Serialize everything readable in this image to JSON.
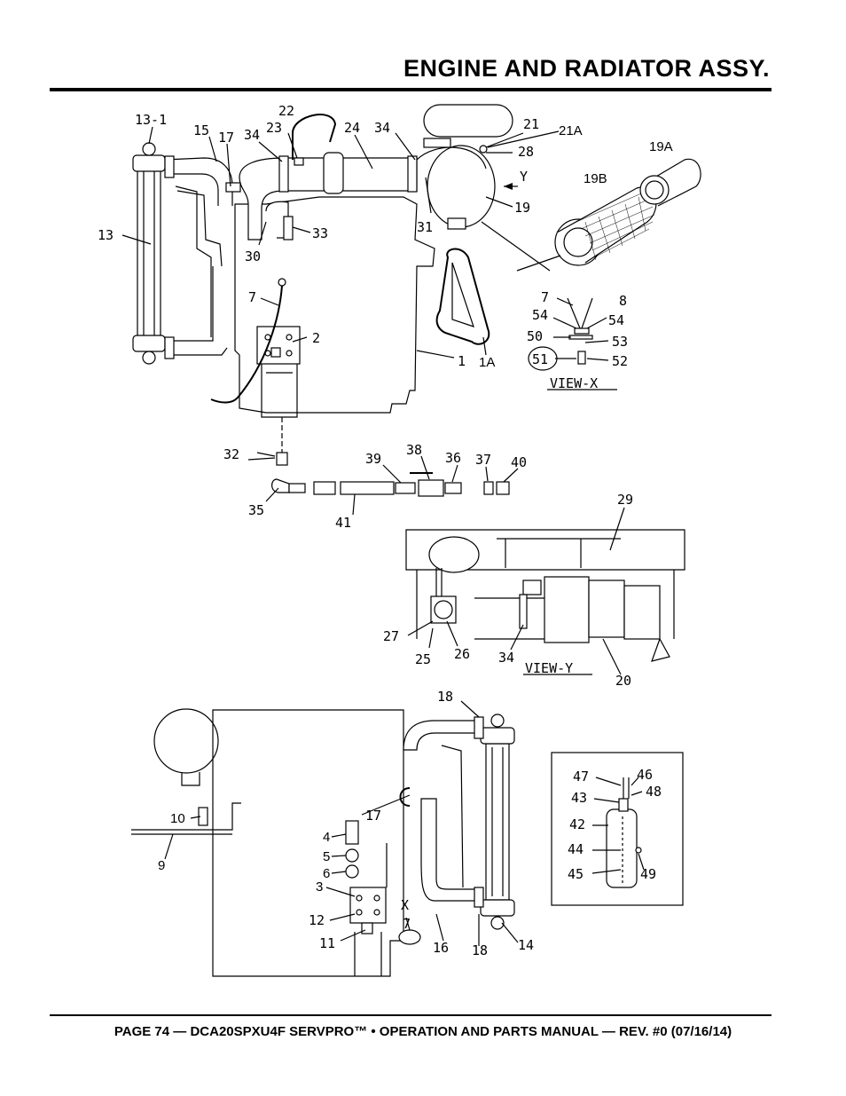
{
  "header": {
    "title": "ENGINE AND RADIATOR ASSY."
  },
  "footer": {
    "text": "PAGE 74 — DCA20SPXU4F SERVPRO™ • OPERATION AND PARTS MANUAL — REV. #0 (07/16/14)"
  },
  "callouts": [
    {
      "id": "c-13-1",
      "text": "13-1"
    },
    {
      "id": "c-15",
      "text": "15"
    },
    {
      "id": "c-17a",
      "text": "17"
    },
    {
      "id": "c-34a",
      "text": "34"
    },
    {
      "id": "c-22",
      "text": "22"
    },
    {
      "id": "c-23",
      "text": "23"
    },
    {
      "id": "c-24",
      "text": "24"
    },
    {
      "id": "c-34b",
      "text": "34"
    },
    {
      "id": "c-21",
      "text": "21"
    },
    {
      "id": "c-21A",
      "text": "21A"
    },
    {
      "id": "c-28",
      "text": "28"
    },
    {
      "id": "c-19A",
      "text": "19A"
    },
    {
      "id": "c-Y",
      "text": "Y"
    },
    {
      "id": "c-19B",
      "text": "19B"
    },
    {
      "id": "c-19",
      "text": "19"
    },
    {
      "id": "c-13",
      "text": "13"
    },
    {
      "id": "c-31",
      "text": "31"
    },
    {
      "id": "c-33",
      "text": "33"
    },
    {
      "id": "c-30",
      "text": "30"
    },
    {
      "id": "c-7a",
      "text": "7"
    },
    {
      "id": "c-2",
      "text": "2"
    },
    {
      "id": "c-1",
      "text": "1"
    },
    {
      "id": "c-1A",
      "text": "1A"
    },
    {
      "id": "c-7b",
      "text": "7"
    },
    {
      "id": "c-8",
      "text": "8"
    },
    {
      "id": "c-54a",
      "text": "54"
    },
    {
      "id": "c-54b",
      "text": "54"
    },
    {
      "id": "c-50",
      "text": "50"
    },
    {
      "id": "c-53",
      "text": "53"
    },
    {
      "id": "c-51",
      "text": "51"
    },
    {
      "id": "c-52",
      "text": "52"
    },
    {
      "id": "c-viewx",
      "text": "VIEW-X"
    },
    {
      "id": "c-32",
      "text": "32"
    },
    {
      "id": "c-39",
      "text": "39"
    },
    {
      "id": "c-38",
      "text": "38"
    },
    {
      "id": "c-36",
      "text": "36"
    },
    {
      "id": "c-37",
      "text": "37"
    },
    {
      "id": "c-40",
      "text": "40"
    },
    {
      "id": "c-35",
      "text": "35"
    },
    {
      "id": "c-41",
      "text": "41"
    },
    {
      "id": "c-29",
      "text": "29"
    },
    {
      "id": "c-27",
      "text": "27"
    },
    {
      "id": "c-25",
      "text": "25"
    },
    {
      "id": "c-26",
      "text": "26"
    },
    {
      "id": "c-34c",
      "text": "34"
    },
    {
      "id": "c-viewy",
      "text": "VIEW-Y"
    },
    {
      "id": "c-20",
      "text": "20"
    },
    {
      "id": "c-18a",
      "text": "18"
    },
    {
      "id": "c-10",
      "text": "10"
    },
    {
      "id": "c-9",
      "text": "9"
    },
    {
      "id": "c-17b",
      "text": "17"
    },
    {
      "id": "c-4",
      "text": "4"
    },
    {
      "id": "c-5",
      "text": "5"
    },
    {
      "id": "c-6",
      "text": "6"
    },
    {
      "id": "c-3",
      "text": "3"
    },
    {
      "id": "c-12",
      "text": "12"
    },
    {
      "id": "c-11",
      "text": "11"
    },
    {
      "id": "c-X",
      "text": "X"
    },
    {
      "id": "c-7c",
      "text": "7"
    },
    {
      "id": "c-16",
      "text": "16"
    },
    {
      "id": "c-18b",
      "text": "18"
    },
    {
      "id": "c-14",
      "text": "14"
    },
    {
      "id": "c-47",
      "text": "47"
    },
    {
      "id": "c-46",
      "text": "46"
    },
    {
      "id": "c-43",
      "text": "43"
    },
    {
      "id": "c-48",
      "text": "48"
    },
    {
      "id": "c-42",
      "text": "42"
    },
    {
      "id": "c-44",
      "text": "44"
    },
    {
      "id": "c-49",
      "text": "49"
    },
    {
      "id": "c-45",
      "text": "45"
    }
  ]
}
